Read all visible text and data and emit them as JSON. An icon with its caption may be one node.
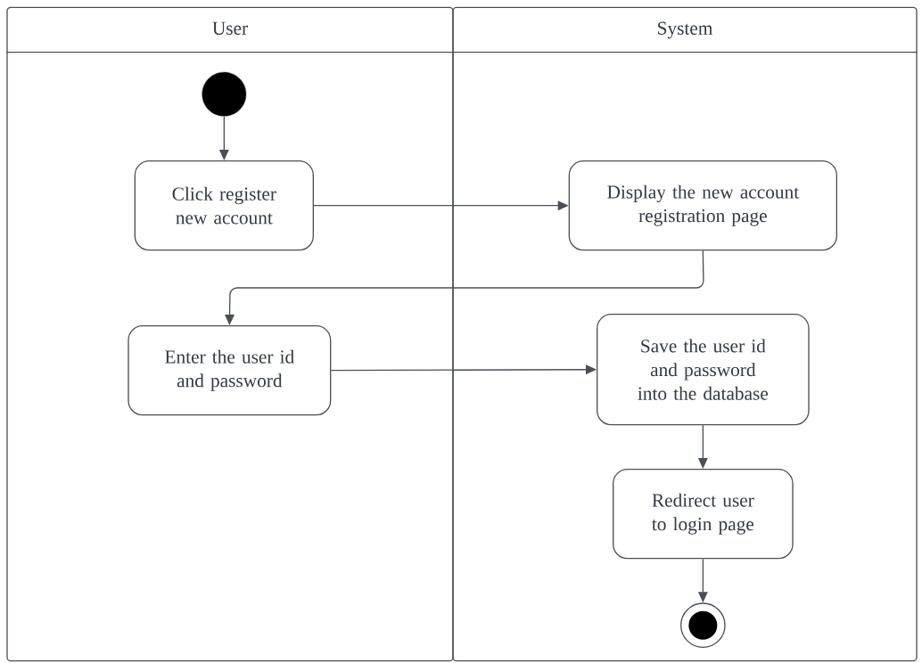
{
  "diagram": {
    "nodes": [
      {
        "text": [
          "User"
        ]
      },
      {
        "text": [
          "System"
        ]
      },
      {
        "text": [],
        "shape": "circle",
        "in": 0
      },
      {
        "text": [
          "Click register new account"
        ],
        "in": 0
      },
      {
        "text": [
          "Display the new account registration page"
        ],
        "in": 1
      },
      {
        "text": [
          "Enter the user id and password"
        ],
        "in": 0
      },
      {
        "text": [
          "Save the user id and password into the database"
        ],
        "in": 1
      },
      {
        "text": [
          "Redirect user to login page"
        ],
        "in": 1
      },
      {
        "text": [],
        "shape": "bullseye",
        "in": 1
      }
    ],
    "edges": [
      {
        "from": 2,
        "to": 3,
        "arrow": "to"
      },
      {
        "from": 3,
        "to": 4,
        "arrow": "to"
      },
      {
        "from": 4,
        "to": 5,
        "arrow": "to"
      },
      {
        "from": 5,
        "to": 6,
        "arrow": "to"
      },
      {
        "from": 6,
        "to": 7,
        "arrow": "to"
      },
      {
        "from": 7,
        "to": 8,
        "arrow": "to"
      }
    ]
  }
}
